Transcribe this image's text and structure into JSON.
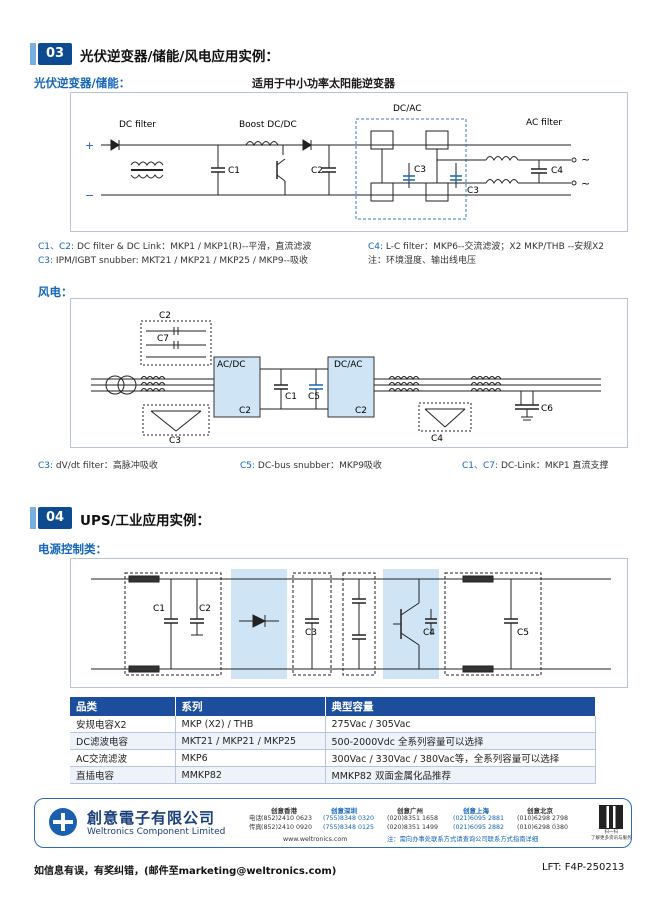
{
  "sec03": {
    "num": "03",
    "title": "光伏逆变器/储能/风电应用实例："
  },
  "pv": {
    "subtitle": "光伏逆变器/储能：",
    "caption": "适用于中小功率太阳能逆变器",
    "labels": {
      "dc_filter": "DC filter",
      "boost": "Boost DC/DC",
      "dcac": "DC/AC",
      "ac_filter": "AC filter",
      "c1": "C1",
      "c2": "C2",
      "c3a": "C3",
      "c3b": "C3",
      "c4": "C4",
      "plus": "+",
      "minus": "−",
      "tilde1": "~",
      "tilde2": "~"
    },
    "notes": {
      "n1_tag": "C1、C2:",
      "n1_text": "DC filter & DC Link：MKP1 / MKP1(R)--平滑，直流滤波",
      "n2_tag": "C3:",
      "n2_text": "IPM/IGBT snubber: MKT21 / MKP21 / MKP25 / MKP9--吸收",
      "n3_tag": "C4:",
      "n3_text": "L-C filter：MKP6--交流滤波；X2 MKP/THB --安规X2",
      "n4_text": "注：环境湿度、输出线电压"
    }
  },
  "wind": {
    "subtitle": "风电：",
    "labels": {
      "c2top": "C2",
      "c7": "C7",
      "acdc": "AC/DC",
      "c2a": "C2",
      "c1": "C1",
      "c5": "C5",
      "dcac": "DC/AC",
      "c2b": "C2",
      "c6": "C6",
      "c3": "C3",
      "c4": "C4"
    },
    "notes": {
      "n1_tag": "C3:",
      "n1_text": "dV/dt filter：高脉冲吸收",
      "n2_tag": "C5:",
      "n2_text": "DC-bus snubber：MKP9吸收",
      "n3_tag": "C1、C7:",
      "n3_text": "DC-Link：MKP1 直流支撑"
    }
  },
  "sec04": {
    "num": "04",
    "title": "UPS/工业应用实例："
  },
  "ups": {
    "subtitle": "电源控制类：",
    "labels": {
      "c1": "C1",
      "c2": "C2",
      "c3": "C3",
      "c4": "C4",
      "c5": "C5"
    }
  },
  "table": {
    "headers": [
      "品类",
      "系列",
      "典型容量"
    ],
    "rows": [
      [
        "安规电容X2",
        "MKP (X2) / THB",
        "275Vac / 305Vac"
      ],
      [
        "DC滤波电容",
        "MKT21 / MKP21 / MKP25",
        "500-2000Vdc 全系列容量可以选择"
      ],
      [
        "AC交流滤波",
        "MKP6",
        "300Vac / 330Vac / 380Vac等，全系列容量可以选择"
      ],
      [
        "直插电容",
        "MMKP82",
        "MMKP82 双面金属化品推荐"
      ]
    ]
  },
  "footer": {
    "company_cn": "創意電子有限公司",
    "company_en": "Weltronics Component Limited",
    "tel_label": "电话",
    "fax_label": "传真",
    "web": "www.weltronics.com",
    "offices": [
      {
        "name": "创意香港",
        "tel": "(852)2410 0623",
        "fax": "(852)2410 0920"
      },
      {
        "name": "创意深圳",
        "tel": "(755)8348 0320",
        "fax": "(755)8348 0125"
      },
      {
        "name": "创意广州",
        "tel": "(020)8351 1658",
        "fax": "(020)8351 1499"
      },
      {
        "name": "创意上海",
        "tel": "(021)6095 2881",
        "fax": "(021)6095 2882"
      },
      {
        "name": "创意北京",
        "tel": "(010)6298 2798",
        "fax": "(010)6298 0380"
      }
    ],
    "note": "注：需向办事处联系方式请查询公司联系方式指南详细",
    "qr_caption": "扫一扫\n了解更多资讯与服务"
  },
  "bottom": {
    "left": "如信息有误，有奖纠错，(邮件至marketing@weltronics.com)",
    "right": "LFT: F4P-250213"
  },
  "colors": {
    "brand": "#0d4a8f",
    "accent": "#1565b8",
    "module": "#cfe5f5"
  }
}
